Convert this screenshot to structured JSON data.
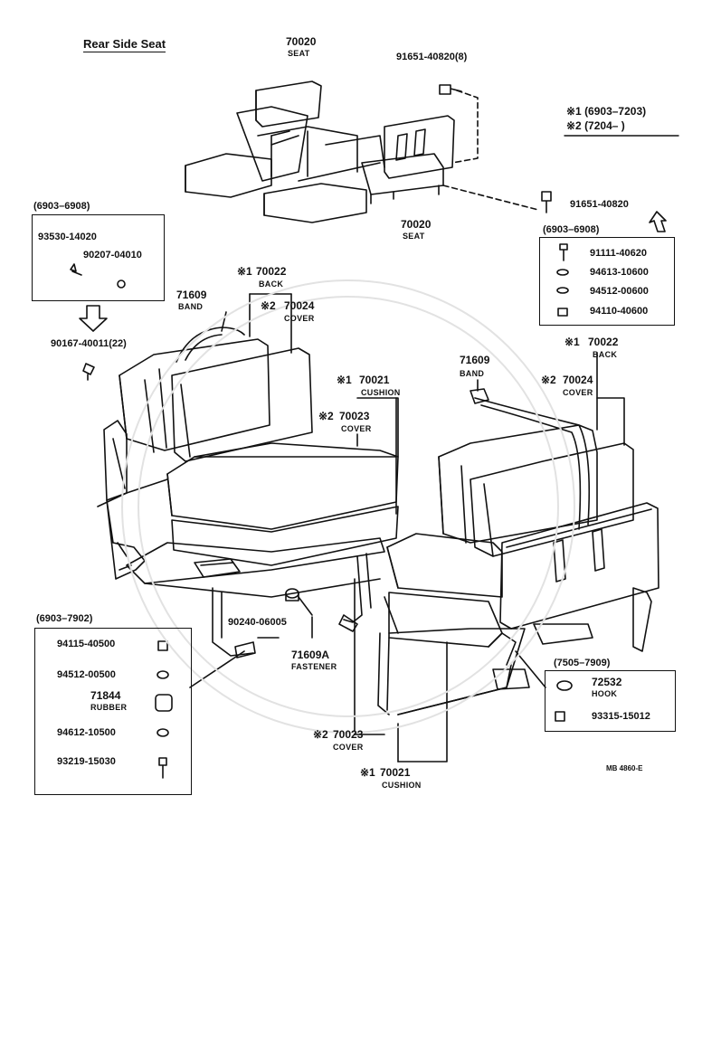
{
  "title": "Rear Side Seat",
  "footnote": {
    "line1": "※1 (6903–7203)",
    "line2": "※2 (7204–       )"
  },
  "drawing_code": "MB 4860-E",
  "top_labels": [
    {
      "num": "70020",
      "name": "SEAT"
    },
    {
      "num": "91651-40820(8)"
    },
    {
      "num": "70020",
      "name": "SEAT"
    },
    {
      "num": "91651-40820"
    }
  ],
  "box_left_top": {
    "range": "(6903–6908)",
    "items": [
      "93530-14020",
      "90207-04010"
    ]
  },
  "box_right_top": {
    "range": "(6903–6908)",
    "items": [
      "91111-40620",
      "94613-10600",
      "94512-00600",
      "94110-40600"
    ]
  },
  "box_left_bottom": {
    "range": "(6903–7902)",
    "items": [
      {
        "num": "94115-40500"
      },
      {
        "num": "94512-00500"
      },
      {
        "num": "71844",
        "name": "RUBBER"
      },
      {
        "num": "94612-10500"
      },
      {
        "num": "93219-15030"
      }
    ]
  },
  "box_right_bottom": {
    "range": "(7505–7909)",
    "items": [
      {
        "num": "72532",
        "name": "HOOK"
      },
      {
        "num": "93315-15012"
      }
    ]
  },
  "left_seat": {
    "band": {
      "num": "71609",
      "name": "BAND"
    },
    "back": {
      "mark": "※1",
      "num": "70022",
      "name": "BACK"
    },
    "back_cover": {
      "mark": "※2",
      "num": "70024",
      "name": "COVER"
    },
    "cushion": {
      "mark": "※1",
      "num": "70021",
      "name": "CUSHION"
    },
    "cushion_cover": {
      "mark": "※2",
      "num": "70023",
      "name": "COVER"
    },
    "bolt": "90167-40011(22)",
    "plug": "90240-06005",
    "fastener": {
      "num": "71609A",
      "name": "FASTENER"
    }
  },
  "right_seat": {
    "band": {
      "num": "71609",
      "name": "BAND"
    },
    "back": {
      "mark": "※1",
      "num": "70022",
      "name": "BACK"
    },
    "back_cover": {
      "mark": "※2",
      "num": "70024",
      "name": "COVER"
    },
    "cushion_cover": {
      "mark": "※2",
      "num": "70023",
      "name": "COVER"
    },
    "cushion": {
      "mark": "※1",
      "num": "70021",
      "name": "CUSHION"
    }
  }
}
